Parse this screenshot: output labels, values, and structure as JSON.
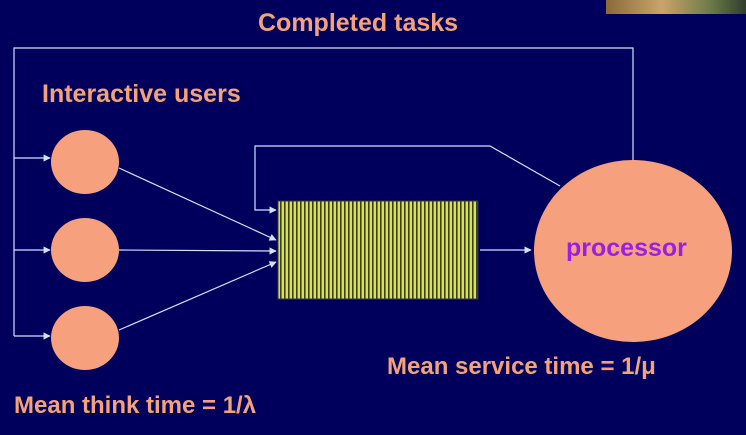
{
  "title": "Completed tasks",
  "users_label": "Interactive users",
  "think_time": "Mean think time = 1/λ",
  "service_time": "Mean service time = 1/μ",
  "processor_label": "processor",
  "colors": {
    "background": "#00005c",
    "text": "#f4a27a",
    "node_fill": "#f6a07e",
    "processor_text": "#9b1fe0",
    "lines": "#cfe3ff",
    "queue_fill": "#d8e63a",
    "queue_stripe": "#3b3b3b"
  },
  "icons": [
    "user-node",
    "queue",
    "processor",
    "arrow"
  ]
}
